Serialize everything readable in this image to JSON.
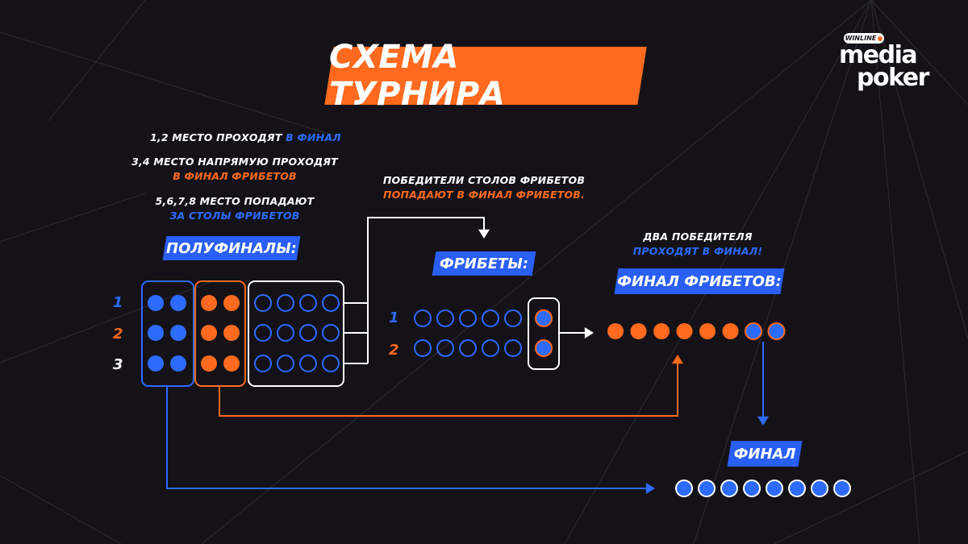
{
  "title": "СХЕМА ТУРНИРА",
  "logo": {
    "brand": "WINLINE",
    "line1": "media",
    "line2": "poker"
  },
  "rules": [
    {
      "white": "1,2 МЕСТО ПРОХОДЯТ",
      "accent": "В ФИНАЛ",
      "accent_color": "blue"
    },
    {
      "white": "3,4 МЕСТО НАПРЯМУЮ ПРОХОДЯТ",
      "accent": "В ФИНАЛ ФРИБЕТОВ",
      "accent_color": "orange"
    },
    {
      "white": "5,6,7,8 МЕСТО ПОПАДАЮТ",
      "accent": "ЗА СТОЛЫ ФРИБЕТОВ",
      "accent_color": "blue"
    }
  ],
  "labels": {
    "semifinals": "ПОЛУФИНАЛЫ:",
    "freebets": "ФРИБЕТЫ:",
    "freebet_final": "ФИНАЛ ФРИБЕТОВ:",
    "final": "ФИНАЛ"
  },
  "freebet_winners_note": {
    "line1": "ПОБЕДИТЕЛИ СТОЛОВ ФРИБЕТОВ",
    "line2": "ПОПАДАЮТ В ФИНАЛ ФРИБЕТОВ."
  },
  "two_winners_note": {
    "line1": "ДВА ПОБЕДИТЕЛЯ",
    "line2": "ПРОХОДЯТ В ФИНАЛ!"
  },
  "semifinal_rows": [
    "1",
    "2",
    "3"
  ],
  "freebet_rows": [
    "1",
    "2"
  ],
  "colors": {
    "background": "#141217",
    "orange": "#ff6a1f",
    "blue": "#2d6bff",
    "white": "#ffffff"
  },
  "structure": {
    "semifinal_tables": 3,
    "places_to_final_per_table": 2,
    "places_to_freebet_final_per_table": 2,
    "places_to_freebets_per_table": 4,
    "freebet_tables": 2,
    "freebet_players_per_table": 6,
    "freebet_final_players": 8,
    "freebet_final_qualifiers_to_final": 2,
    "final_players": 8
  }
}
